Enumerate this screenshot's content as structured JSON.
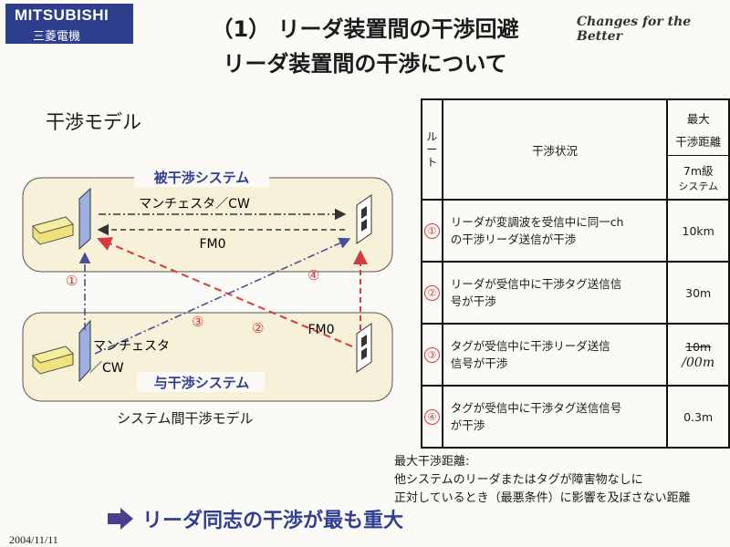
{
  "header": {
    "logo_text": "MITSUBISHI",
    "logo_subtext": "三菱電機",
    "title_line1": "（1） リーダ装置間の干渉回避",
    "title_line2": "リーダ装置間の干渉について",
    "slogan": "Changes for the Better"
  },
  "model": {
    "heading": "干渉モデル",
    "victim_label": "被干渉システム",
    "source_label": "与干渉システム",
    "manchester_cw_top": "マンチェスタ／CW",
    "fm0_top": "FM0",
    "fm0_bottom": "FM0",
    "manchester_bottom_line1": "マンチェスタ",
    "manchester_bottom_line2": "／CW",
    "caption": "システム間干渉モデル",
    "route_markers": [
      "①",
      "②",
      "③",
      "④"
    ]
  },
  "table": {
    "header_route": "ルート",
    "header_situation": "干渉状況",
    "header_max_line1": "最大",
    "header_max_line2": "干渉距離",
    "header_class_line1": "7m級",
    "header_class_line2": "システム",
    "rows": [
      {
        "route": "①",
        "line1": "リーダが変調波を受信中に同一ch",
        "line2": "の干渉リーダ送信が干渉",
        "distance": "10km"
      },
      {
        "route": "②",
        "line1": "リーダが受信中に干渉タグ送信信",
        "line2": "号が干渉",
        "distance": "30m"
      },
      {
        "route": "③",
        "line1": "タグが受信中に干渉リーダ送信",
        "line2": "信号が干渉",
        "distance": "10m",
        "distance_handwritten": "/00m"
      },
      {
        "route": "④",
        "line1": "タグが受信中に干渉タグ送信信号",
        "line2": "が干渉",
        "distance": "0.3m"
      }
    ]
  },
  "note": {
    "line1": "最大干渉距離:",
    "line2": "他システムのリーダまたはタグが障害物なしに",
    "line3": "正対しているとき（最悪条件）に影響を及ぼさない距離"
  },
  "conclusion": "リーダ同志の干渉が最も重大",
  "date": "2004/11/11",
  "colors": {
    "brand_blue": "#2d3e8c",
    "route_red": "#d43b3b",
    "box_fill": "#f6f1d8",
    "accent_text": "#2f3f92"
  }
}
